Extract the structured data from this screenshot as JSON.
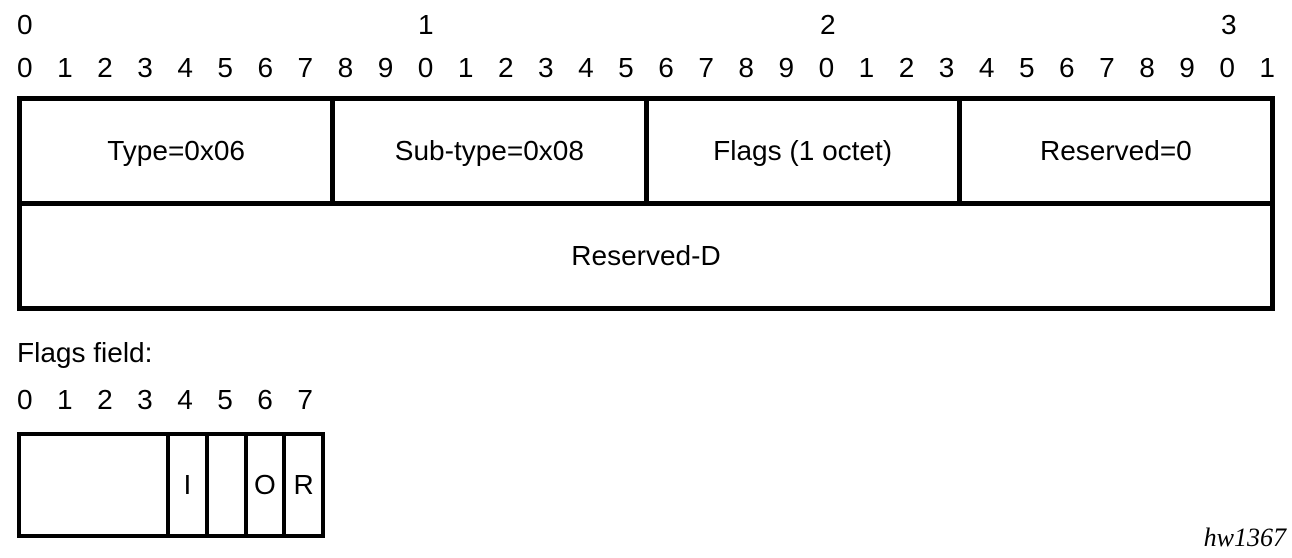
{
  "diagram": {
    "top_ruler": {
      "decade_labels": {
        "d0": "0",
        "d1": "1",
        "d2": "2",
        "d3": "3"
      },
      "bit_labels": [
        "0",
        "1",
        "2",
        "3",
        "4",
        "5",
        "6",
        "7",
        "8",
        "9",
        "0",
        "1",
        "2",
        "3",
        "4",
        "5",
        "6",
        "7",
        "8",
        "9",
        "0",
        "1",
        "2",
        "3",
        "4",
        "5",
        "6",
        "7",
        "8",
        "9",
        "0",
        "1"
      ]
    },
    "main_table": {
      "row1": {
        "cell_type": {
          "label": "Type=0x06",
          "bits": 8
        },
        "cell_subtype": {
          "label": "Sub-type=0x08",
          "bits": 8
        },
        "cell_flags": {
          "label": "Flags (1 octet)",
          "bits": 8
        },
        "cell_reserved": {
          "label": "Reserved=0",
          "bits": 8
        }
      },
      "row2": {
        "cell_reserved_d": {
          "label": "Reserved-D",
          "bits": 32
        }
      }
    },
    "flags_section": {
      "heading": "Flags field:",
      "bit_labels": [
        "0",
        "1",
        "2",
        "3",
        "4",
        "5",
        "6",
        "7"
      ],
      "cells": {
        "unused": {
          "label": "",
          "bits": 4
        },
        "flag_i": {
          "label": "I",
          "bits": 1
        },
        "empty": {
          "label": "",
          "bits": 1
        },
        "flag_o": {
          "label": "O",
          "bits": 1
        },
        "flag_r": {
          "label": "R",
          "bits": 1
        }
      }
    },
    "figure_id": "hw1367",
    "colors": {
      "foreground": "#000000",
      "background": "#ffffff"
    }
  }
}
